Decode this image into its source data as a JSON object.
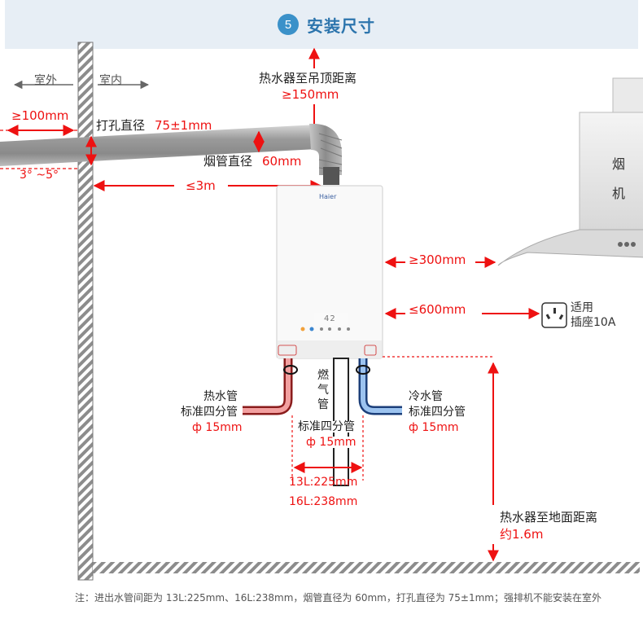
{
  "header": {
    "step_number": "5",
    "title": "安装尺寸"
  },
  "labels": {
    "outdoor": "室外",
    "indoor": "室内",
    "heater_to_ceiling": "热水器至吊顶距离",
    "heater_to_ceiling_value": "≥150mm",
    "wall_clearance": "≥100mm",
    "hole_diameter_label": "打孔直径",
    "hole_diameter_value": "75±1mm",
    "flue_diameter_label": "烟管直径",
    "flue_diameter_value": "60mm",
    "slope": "3° ~5°",
    "flue_length": "≤3m",
    "hood_label_1": "烟",
    "hood_label_2": "机",
    "hood_distance": "≥300mm",
    "socket_distance": "≤600mm",
    "socket_label_1": "适用",
    "socket_label_2": "插座10A",
    "brand": "Haier",
    "display_reading": "42",
    "hot_pipe_1": "热水管",
    "hot_pipe_2": "标准四分管",
    "hot_pipe_3": "ф 15mm",
    "gas_pipe_1": "燃",
    "gas_pipe_2": "气",
    "gas_pipe_3": "管",
    "gas_pipe_4": "标准四分管",
    "gas_pipe_5": "ф 15mm",
    "cold_pipe_1": "冷水管",
    "cold_pipe_2": "标准四分管",
    "cold_pipe_3": "ф 15mm",
    "spacing_13l": "13L:225mm",
    "spacing_16l": "16L:238mm",
    "floor_distance_1": "热水器至地面距离",
    "floor_distance_2": "约1.6m"
  },
  "note": "注：进出水管间距为 13L:225mm、16L:238mm，烟管直径为 60mm，打孔直径为 75±1mm；强排机不能安装在室外",
  "colors": {
    "accent_blue": "#2d75ad",
    "dimension_red": "#e11111",
    "hot_pipe": "#e23c3c",
    "cold_pipe": "#3a7fd0"
  }
}
